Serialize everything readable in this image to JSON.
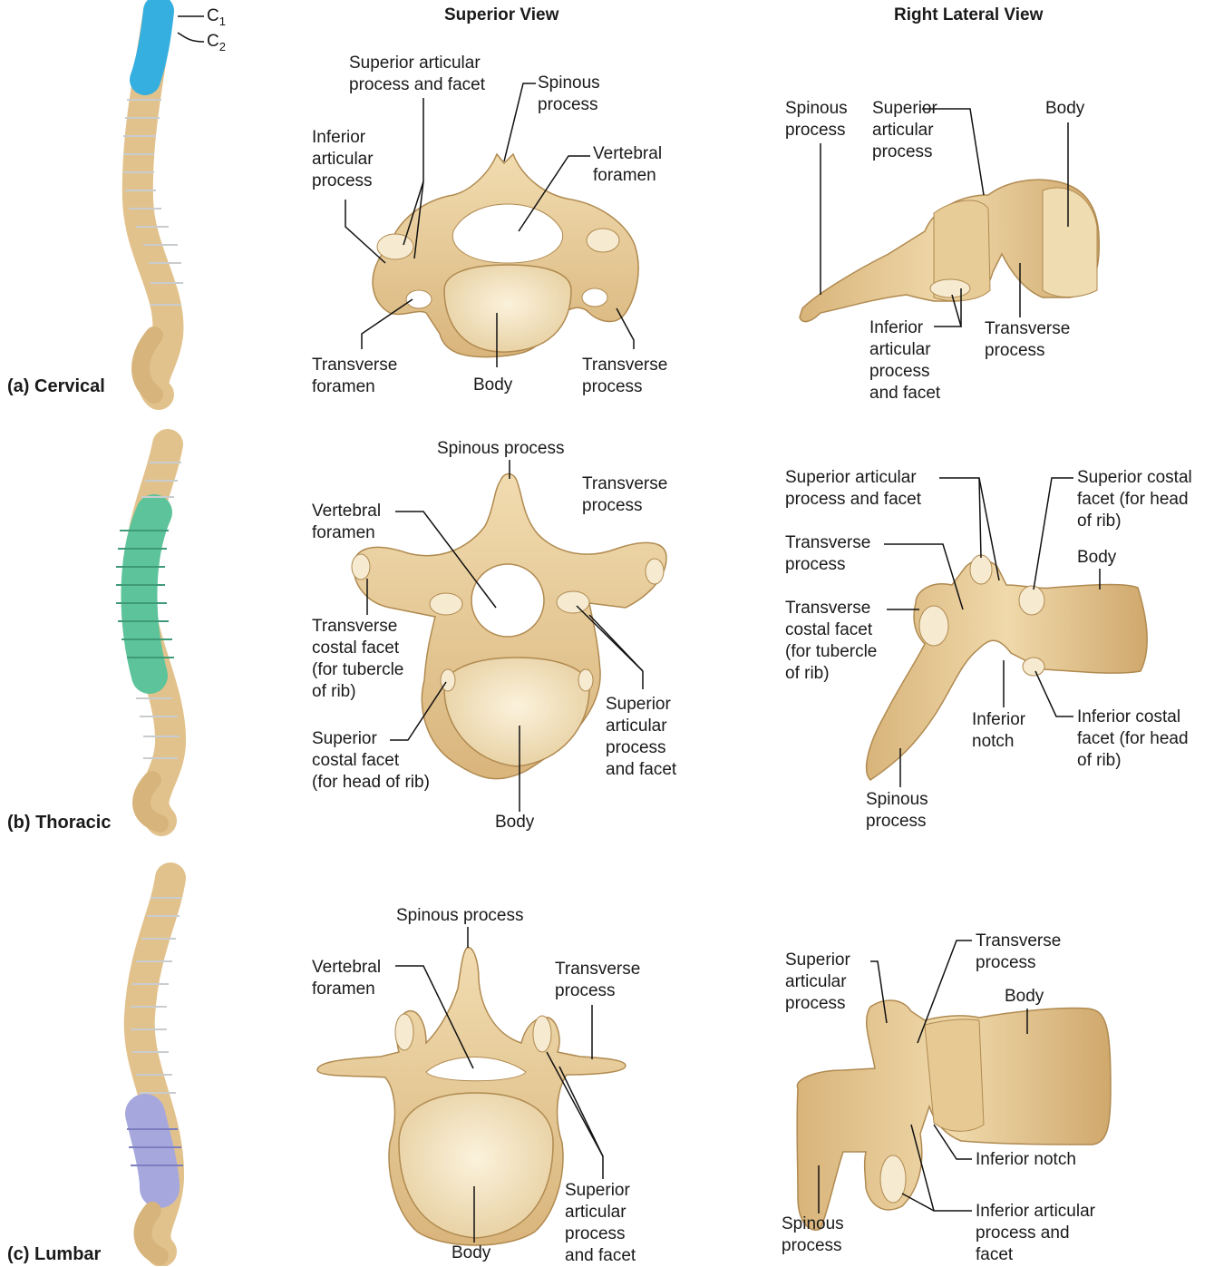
{
  "headers": {
    "superior": "Superior View",
    "lateral": "Right Lateral View"
  },
  "rows": {
    "cervical": {
      "label": "(a)  Cervical",
      "spine_markers": {
        "c1_base": "C",
        "c1_sub": "1",
        "c2_base": "C",
        "c2_sub": "2"
      },
      "superior": {
        "sup_art": "Superior articular\nprocess and facet",
        "spinous": "Spinous\nprocess",
        "inf_art": "Inferior\narticular\nprocess",
        "vert_foramen": "Vertebral\nforamen",
        "trans_foramen": "Transverse\nforamen",
        "body": "Body",
        "trans_process": "Transverse\nprocess"
      },
      "lateral": {
        "spinous": "Spinous\nprocess",
        "sup_art": "Superior\narticular\nprocess",
        "body": "Body",
        "inf_art": "Inferior\narticular\nprocess\nand facet",
        "trans_process": "Transverse\nprocess"
      }
    },
    "thoracic": {
      "label": "(b)  Thoracic",
      "superior": {
        "spinous": "Spinous process",
        "trans_process": "Transverse\nprocess",
        "vert_foramen": "Vertebral\nforamen",
        "trans_costal": "Transverse\ncostal facet\n(for tubercle\nof rib)",
        "sup_costal": "Superior\ncostal facet\n(for head of rib)",
        "sup_art": "Superior\narticular\nprocess\nand facet",
        "body": "Body"
      },
      "lateral": {
        "sup_art": "Superior articular\nprocess and facet",
        "sup_costal": "Superior costal\nfacet (for head\nof rib)",
        "trans_process": "Transverse\nprocess",
        "body": "Body",
        "trans_costal": "Transverse\ncostal facet\n(for tubercle\nof rib)",
        "inf_notch": "Inferior\nnotch",
        "inf_costal": "Inferior costal\nfacet (for head\nof rib)",
        "spinous": "Spinous\nprocess"
      }
    },
    "lumbar": {
      "label": "(c)  Lumbar",
      "superior": {
        "spinous": "Spinous process",
        "vert_foramen": "Vertebral\nforamen",
        "trans_process": "Transverse\nprocess",
        "sup_art": "Superior\narticular\nprocess\nand facet",
        "body": "Body"
      },
      "lateral": {
        "sup_art": "Superior\narticular\nprocess",
        "trans_process": "Transverse\nprocess",
        "body": "Body",
        "inf_notch": "Inferior notch",
        "inf_art": "Inferior articular\nprocess and\nfacet",
        "spinous": "Spinous\nprocess"
      }
    }
  },
  "colors": {
    "bone": "#ecd3a3",
    "bone_dark": "#c9a56c",
    "bone_outline": "#b08a50",
    "body_surface": "#f4e6c4",
    "cervical_highlight": "#35aee0",
    "thoracic_highlight": "#5cc39a",
    "lumbar_highlight": "#a6a8dd",
    "spine_base": "#e2c28c",
    "leader": "#111111"
  }
}
